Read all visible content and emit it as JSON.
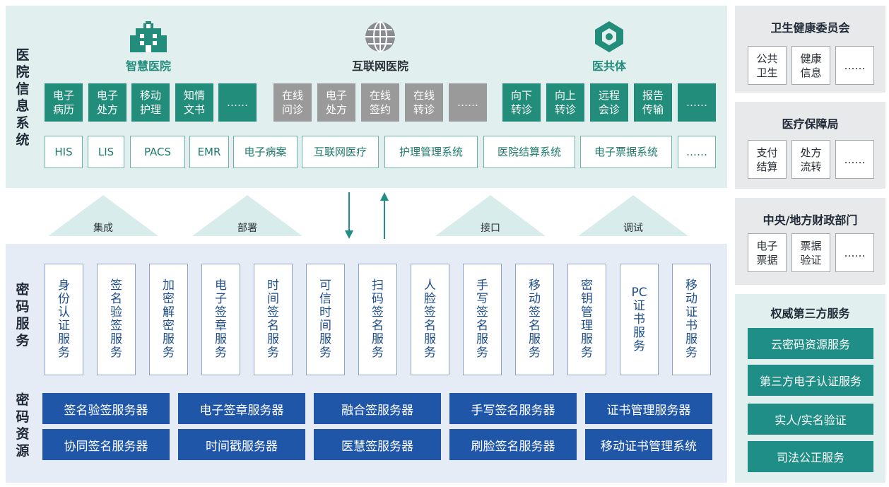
{
  "top_panel": {
    "vertical_label": "医\n院\n信\n息\n系\n统",
    "groups": [
      {
        "title": "智慧医院",
        "icon": "hospital-icon",
        "items": [
          "电子\n病历",
          "电子\n处方",
          "移动\n护理",
          "知情\n文书",
          "……"
        ]
      },
      {
        "title": "互联网医院",
        "icon": "globe-icon",
        "items": [
          "在线\n问诊",
          "电子\n处方",
          "在线\n签约",
          "在线\n转诊",
          "……"
        ]
      },
      {
        "title": "医共体",
        "icon": "alliance-icon",
        "items": [
          "向下\n转诊",
          "向上\n转诊",
          "远程\n会诊",
          "报告\n传输",
          "……"
        ]
      }
    ],
    "systems": [
      "HIS",
      "LIS",
      "PACS",
      "EMR",
      "电子病案",
      "互联网医疗",
      "护理管理系统",
      "医院结算系统",
      "电子票据系统",
      "……"
    ]
  },
  "middle": {
    "labels": [
      "集成",
      "部署",
      "接口",
      "调试"
    ]
  },
  "services": {
    "vertical_label": "密\n码\n服\n务",
    "items": [
      "身\n份\n认\n证\n服\n务",
      "签\n名\n验\n签\n服\n务",
      "加\n密\n解\n密\n服\n务",
      "电\n子\n签\n章\n服\n务",
      "时\n间\n签\n名\n服\n务",
      "可\n信\n时\n间\n服\n务",
      "扫\n码\n签\n名\n服\n务",
      "人\n脸\n签\n名\n服\n务",
      "手\n写\n签\n名\n服\n务",
      "移\n动\n签\n名\n服\n务",
      "密\n钥\n管\n理\n服\n务",
      "PC\n证\n书\n服\n务",
      "移\n动\n证\n书\n服\n务"
    ]
  },
  "resources": {
    "vertical_label": "密\n码\n资\n源",
    "row1": [
      "签名验签服务器",
      "电子签章服务器",
      "融合签服务器",
      "手写签名服务器",
      "证书管理服务器"
    ],
    "row2": [
      "协同签名服务器",
      "时间戳服务器",
      "医慧签服务器",
      "刷脸签名服务器",
      "移动证书管理系统"
    ]
  },
  "right_panels": [
    {
      "title": "卫生健康委员会",
      "items": [
        "公共\n卫生",
        "健康\n信息",
        "……"
      ]
    },
    {
      "title": "医疗保障局",
      "items": [
        "支付\n结算",
        "处方\n流转",
        "……"
      ]
    },
    {
      "title": "中央/地方财政部门",
      "items": [
        "电子\n票据",
        "票据\n验证",
        "……"
      ]
    }
  ],
  "third_party": {
    "title": "权威第三方服务",
    "items": [
      "云密码资源服务",
      "第三方电子认证服务",
      "实人/实名验证",
      "司法公正服务"
    ]
  },
  "colors": {
    "teal": "#228d7b",
    "gray": "#9a9a9a",
    "blue": "#1f56a8",
    "third_party": "#1f8e86"
  }
}
